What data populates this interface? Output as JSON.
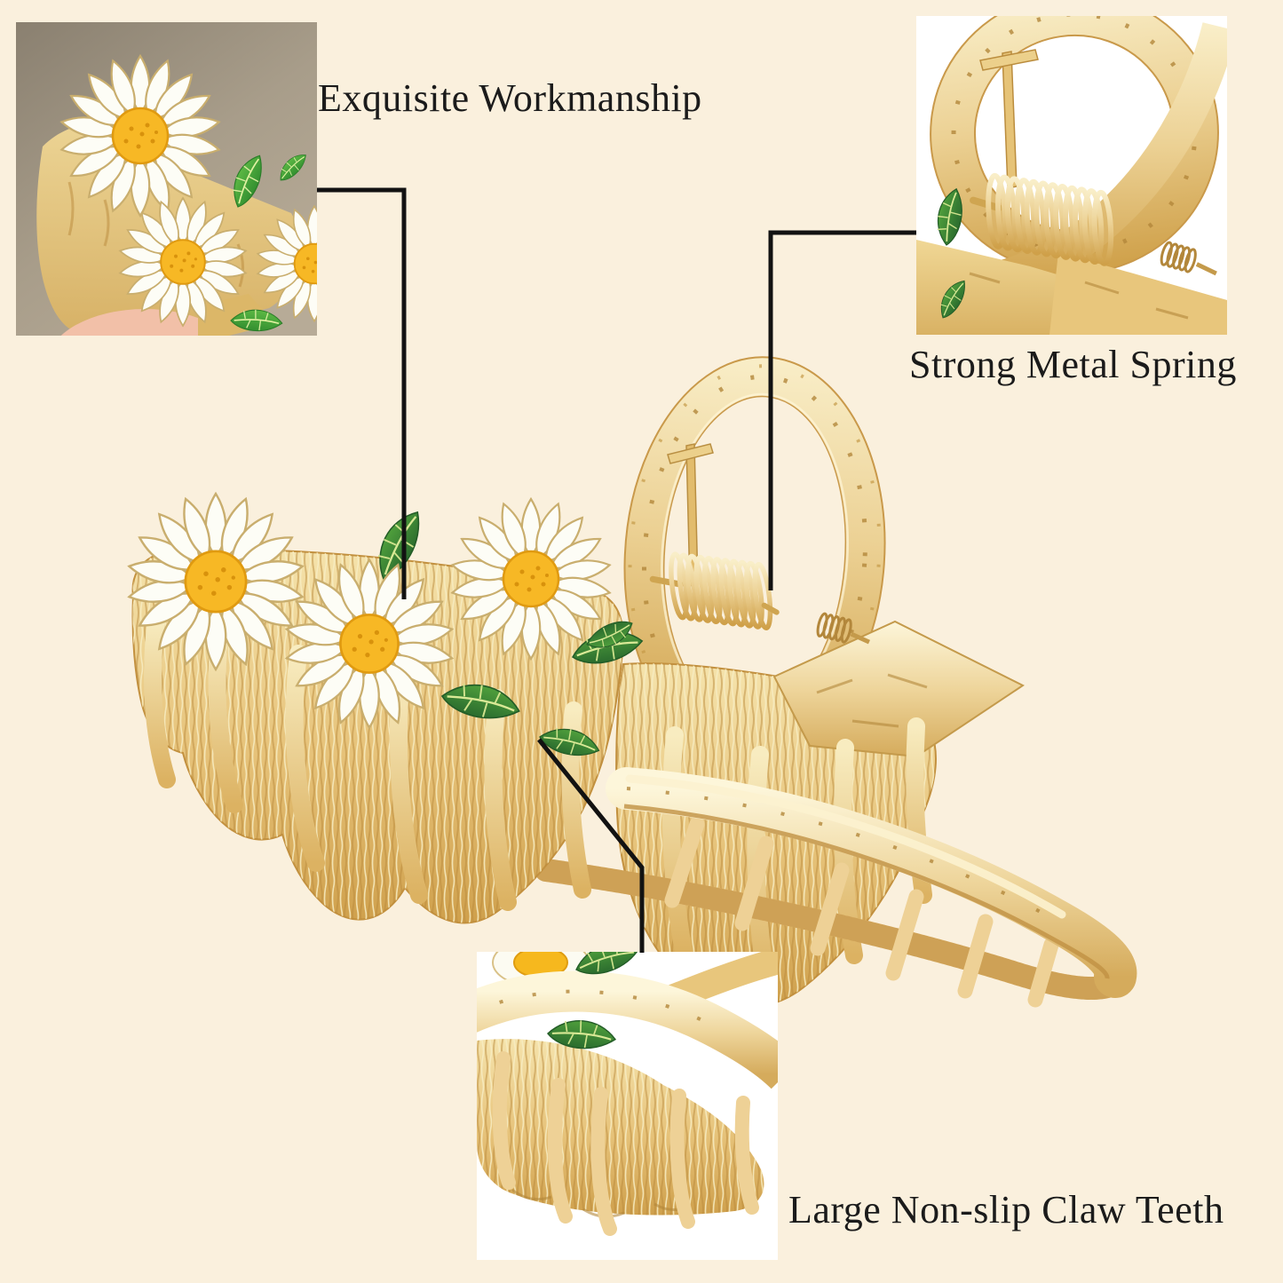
{
  "callouts": [
    {
      "id": "workmanship",
      "label": "Exquisite Workmanship"
    },
    {
      "id": "spring",
      "label": "Strong Metal Spring"
    },
    {
      "id": "teeth",
      "label": "Large Non-slip Claw Teeth"
    }
  ],
  "figures": {
    "main_product": "gold-daisy-claw-clip-photo",
    "inset_top_left": "daisy-flowers-closeup-photo",
    "inset_top_right": "metal-spring-closeup-photo",
    "inset_bottom": "claw-teeth-closeup-photo"
  },
  "colors": {
    "background": "#faf0dd",
    "label_text": "#1b1b1b",
    "connector_line": "#121212",
    "gold_light": "#f9eec8",
    "gold_base": "#e9c984",
    "gold_dark": "#c3913f",
    "daisy_petal_white": "#fdfdf6",
    "daisy_center_yellow": "#f7b825",
    "leaf_green_dark": "#2f7d33",
    "leaf_green_bright": "#43a536",
    "inset_bg_taupe": "#9c9180",
    "inset_bg_white": "#ffffff",
    "fingertip_skin": "#f2c0a8"
  }
}
